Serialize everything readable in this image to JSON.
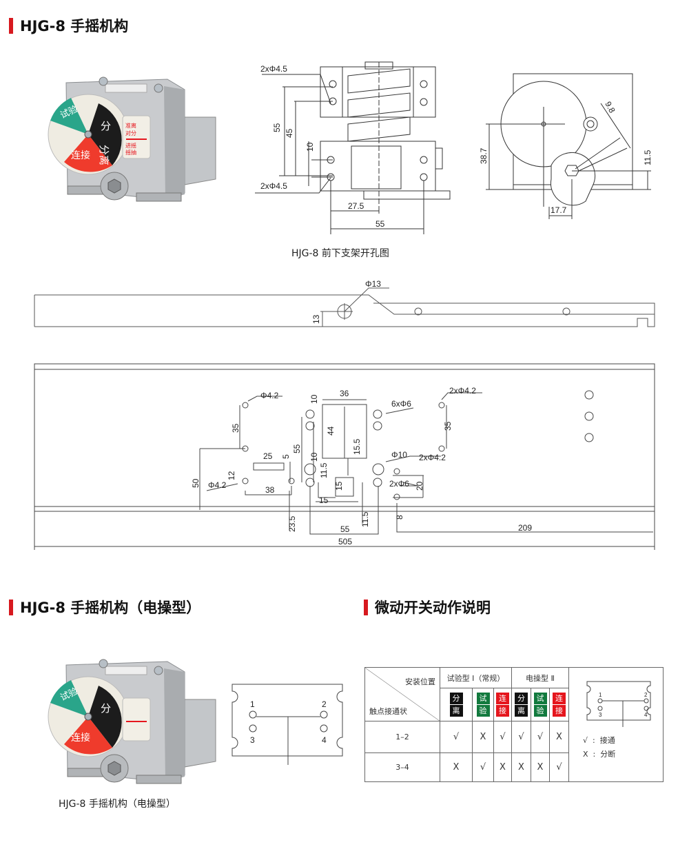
{
  "accent": "#d7191f",
  "sections": {
    "hand_crank": "HJG-8 手摇机构",
    "electric": "HJG-8 手摇机构（电操型）",
    "microswitch": "微动开关动作说明"
  },
  "photo_labels": {
    "test": "试验",
    "separate": "分离",
    "connect": "连接",
    "tab_lines": [
      "准离",
      "对分",
      "进摇",
      "摇抽"
    ],
    "colors": {
      "green": "#2aa58a",
      "black": "#1c1c1c",
      "red": "#ef3b2c",
      "metal": "#c9cbce"
    }
  },
  "bracket_drawing": {
    "caption": "HJG-8 前下支架开孔图",
    "dims": {
      "hole_top": "2xΦ4.5",
      "hole_bottom": "2xΦ4.5",
      "h55": "55",
      "h45": "45",
      "h10": "10",
      "w27_5": "27.5",
      "w55": "55",
      "side_38_7": "38.7",
      "side_9_8": "9.8",
      "side_11_5": "11.5",
      "side_17_7": "17.7"
    }
  },
  "rail_drawing": {
    "dims": {
      "hole": "Φ13",
      "offset": "13"
    }
  },
  "plate_drawing": {
    "dims": {
      "phi4_2_top": "Φ4.2",
      "v35_left": "35",
      "w25": "25",
      "h5": "5",
      "h12": "12",
      "phi4_2_left": "Φ4.2",
      "w38": "38",
      "h50": "50",
      "h10_top": "10",
      "w36": "36",
      "h44": "44",
      "h15_5": "15.5",
      "h55": "55",
      "h10_mid": "10",
      "h11_5": "11.5",
      "h15": "15",
      "w15": "15",
      "h6x6": "6xΦ6",
      "phi10": "Φ10",
      "phi2x4_2_top": "2xΦ4.2",
      "v35_right": "35",
      "phi2x4_2_mid": "2xΦ4.2",
      "phi2x6": "2xΦ6",
      "h20": "20",
      "h23_5": "23.5",
      "h11_5_b": "11.5",
      "h8": "8",
      "w55": "55",
      "w209": "209",
      "w505": "505"
    }
  },
  "electric_caption": "HJG-8 手摇机构（电操型）",
  "switch_diagram": {
    "contacts": [
      "1",
      "2",
      "3",
      "4"
    ]
  },
  "switch_table": {
    "corner_top": "安装位置",
    "corner_bottom": "触点接通状",
    "group1": "试验型 Ⅰ（常规）",
    "group2": "电操型 Ⅱ",
    "positions": [
      {
        "top": "分",
        "bottom": "离",
        "color": "#111111"
      },
      {
        "top": "试",
        "bottom": "验",
        "color": "#127a3e"
      },
      {
        "top": "连",
        "bottom": "接",
        "color": "#e5161d"
      },
      {
        "top": "分",
        "bottom": "离",
        "color": "#111111"
      },
      {
        "top": "试",
        "bottom": "验",
        "color": "#127a3e"
      },
      {
        "top": "连",
        "bottom": "接",
        "color": "#e5161d"
      }
    ],
    "rows": [
      {
        "label": "1–2",
        "cells": [
          "√",
          "X",
          "√",
          "√",
          "√",
          "X"
        ]
      },
      {
        "label": "3–4",
        "cells": [
          "X",
          "√",
          "X",
          "X",
          "X",
          "√"
        ]
      }
    ],
    "legend": {
      "on_symbol": "√",
      "on_text": "接通",
      "off_symbol": "X",
      "off_text": "分断",
      "colon": ":"
    }
  }
}
